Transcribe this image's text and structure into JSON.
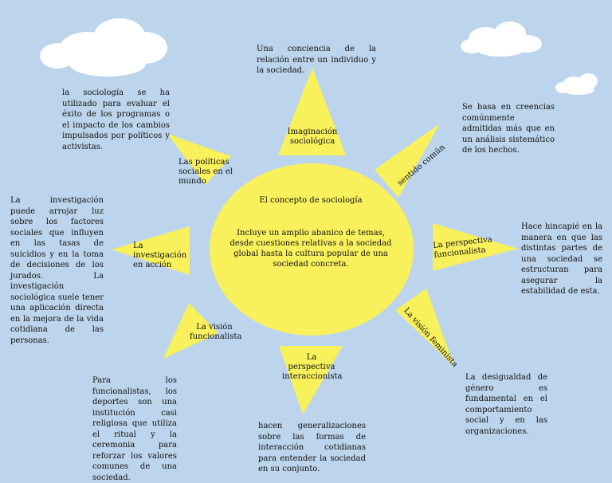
{
  "colors": {
    "background": "#bcd4ec",
    "sun": "#f9f15c",
    "cloud": "#ffffff"
  },
  "center": {
    "title": "El concepto de sociología",
    "text": "Incluye un amplio abanico de temas, desde cuestiones relativas a la sociedad global hasta la cultura popular de una sociedad concreta."
  },
  "rays": [
    {
      "label": "Imaginación sociológica",
      "description": "Una conciencia de la relación entre un individuo y la sociedad."
    },
    {
      "label": "sentido común",
      "description": "Se basa en creencias comúnmente admitidas más que en un análisis sistemático de los hechos."
    },
    {
      "label": "La perspectiva funcionalista",
      "description": "Hace hincapié en la manera en que las distintas partes de una sociedad se estructuran para asegurar la estabilidad de esta."
    },
    {
      "label": "La visión feminista",
      "description": "La desigualdad de género es fundamental en el comportamiento social y en las organizaciones."
    },
    {
      "label": "La perspectiva interaccionista",
      "description": "hacen generalizaciones sobre las formas de interacción cotidianas para entender la sociedad en su conjunto."
    },
    {
      "label": "La visión funcionalista",
      "description": "Para los funcionalistas, los deportes son una institución casi religiosa que utiliza el ritual y la ceremonia para reforzar los valores comunes de una sociedad."
    },
    {
      "label": "La investigación en acción",
      "description": "La investigación puede arrojar luz sobre los factores sociales que influyen en las tasas de suicidios y en la toma de decisiones de los jurados. La investigación sociológica suele tener una aplicación directa en la mejora de la vida cotidiana de las personas."
    },
    {
      "label": "Las políticas sociales en el mundo",
      "description": "la sociología se ha utilizado para evaluar el éxito de los programas o el impacto de los cambios impulsados por políticos y activistas."
    }
  ]
}
